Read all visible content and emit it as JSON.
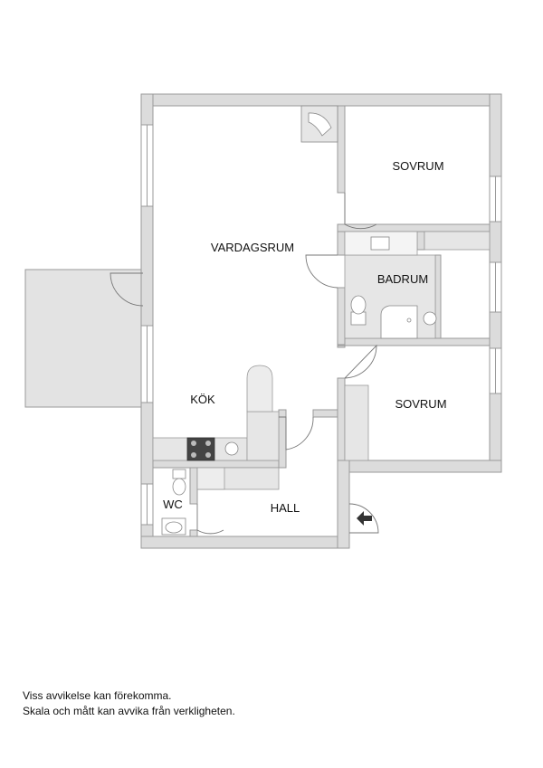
{
  "rooms": {
    "living": "VARDAGSRUM",
    "bedroom_top": "SOVRUM",
    "bathroom": "BADRUM",
    "bedroom_bottom": "SOVRUM",
    "kitchen": "KÖK",
    "wc": "WC",
    "hall": "HALL"
  },
  "entrance_icon": "entrance-arrow-icon",
  "disclaimer": {
    "line1": "Viss avvikelse kan förekomma.",
    "line2": "Skala och mått kan avvika från verkligheten."
  },
  "colors": {
    "wall": "#dcdcdc",
    "wall_stroke": "#9a9a9a",
    "fixture": "#e6e6e6",
    "line": "#777777"
  }
}
